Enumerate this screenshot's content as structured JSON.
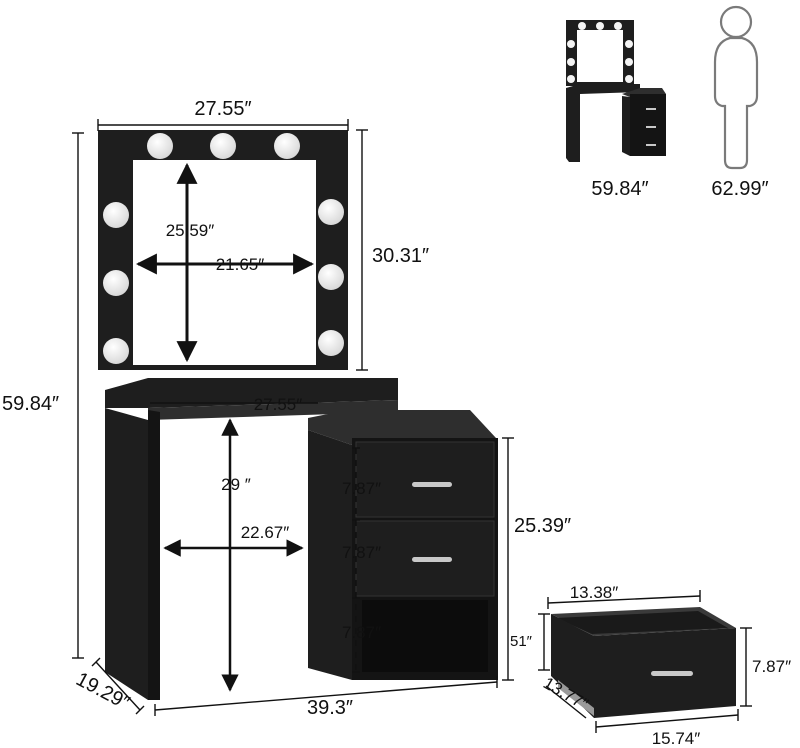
{
  "colors": {
    "wood": "#1e1e1e",
    "wood_dark": "#141414",
    "wood_edge": "#2e2e2e",
    "mirror": "#ffffff",
    "bulb": "#f4f4f4",
    "line": "#111111",
    "silhouette": "#7a7a7a"
  },
  "dimensions": {
    "mirror_frame_width": "27.55″",
    "mirror_height": "25.59″",
    "mirror_width": "21.65″",
    "mirror_frame_height": "30.31″",
    "total_height": "59.84″",
    "desk_width": "27.55″",
    "leg_height": "29 ″",
    "knee_width": "22.67″",
    "depth": "19.29″",
    "total_width": "39.3″",
    "cabinet_height": "25.39″",
    "drawer_1": "7.87″",
    "drawer_2": "7.87″",
    "drawer_3": "7.87″",
    "drawer_inner_width": "13.38″",
    "drawer_inner_height": "51″",
    "drawer_front_height": "7.87″",
    "drawer_depth": "13.77″",
    "drawer_width": "15.74″"
  },
  "comparison": {
    "vanity_height": "59.84″",
    "person_height": "62.99″"
  },
  "icons": [
    "bulb-icon",
    "drawer-handle-icon",
    "person-silhouette-icon"
  ]
}
